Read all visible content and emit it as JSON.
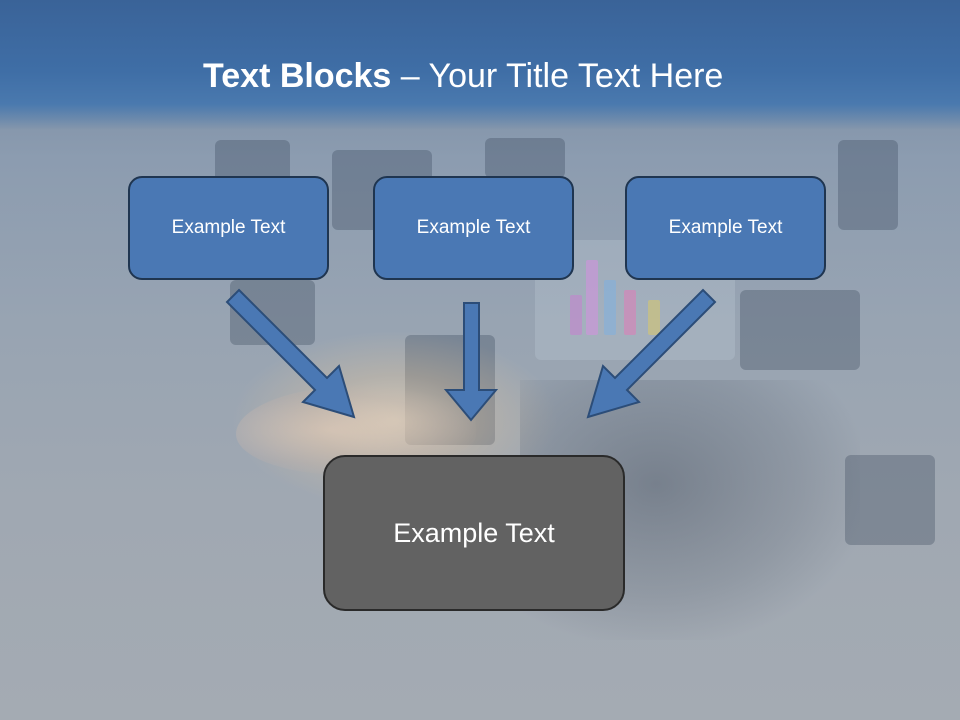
{
  "header": {
    "title_bold": "Text Blocks",
    "title_dash": " – ",
    "title_rest": "Your Title Text Here"
  },
  "blocks": [
    {
      "label": "Example Text"
    },
    {
      "label": "Example Text"
    },
    {
      "label": "Example Text"
    }
  ],
  "target": {
    "label": "Example Text"
  },
  "colors": {
    "box_fill": "#4a78b4",
    "box_border": "#1f3550",
    "target_fill": "#626262",
    "arrow_fill": "#4a78b4",
    "header": "#3f6ea6"
  }
}
